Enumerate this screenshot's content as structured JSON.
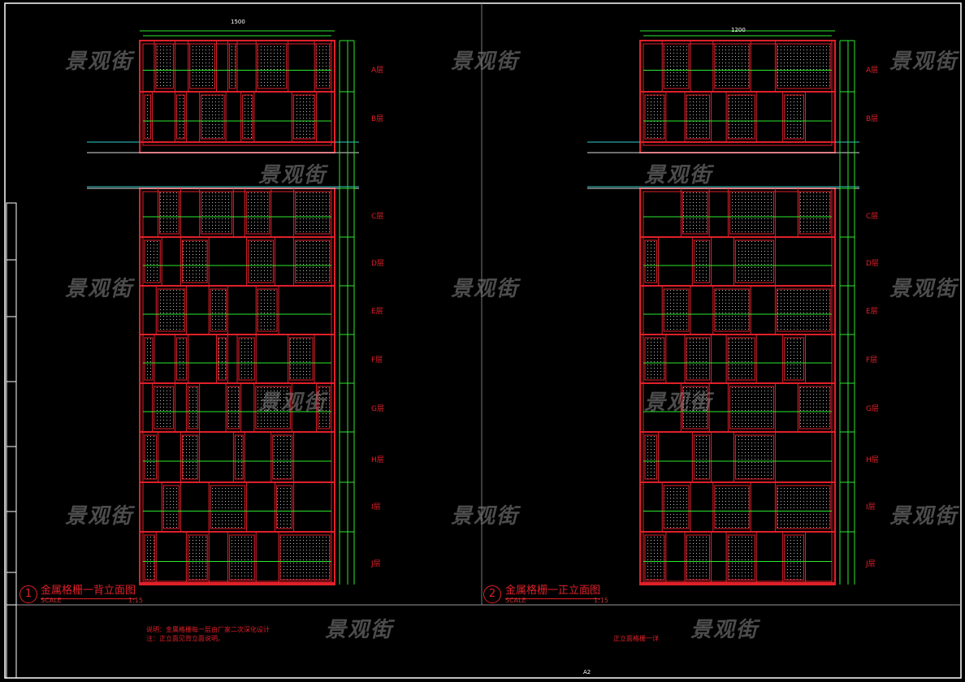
{
  "drawings": [
    {
      "number": "1",
      "title": "金属格栅一背立面图",
      "scale_label": "SCALE",
      "scale": "1:15",
      "overall_width": "1500",
      "notes": [
        "说明：金属格栅每一层由厂家二次深化设计",
        "注：正立面见背立面说明。"
      ]
    },
    {
      "number": "2",
      "title": "金属格栅一正立面图",
      "scale_label": "SCALE",
      "scale": "1:15",
      "overall_width": "1200",
      "notes": [
        "正立面格栅一详"
      ]
    }
  ],
  "layer_labels": [
    "A层",
    "B层",
    "C层",
    "D层",
    "E层",
    "F层",
    "G层",
    "H层",
    "I层",
    "J层"
  ],
  "sheet": {
    "size": "A2"
  },
  "watermark": "景观街",
  "colors": {
    "frame": "#e0202a",
    "dimension": "#2ee82e",
    "background": "#000000",
    "border": "#ffffff"
  }
}
